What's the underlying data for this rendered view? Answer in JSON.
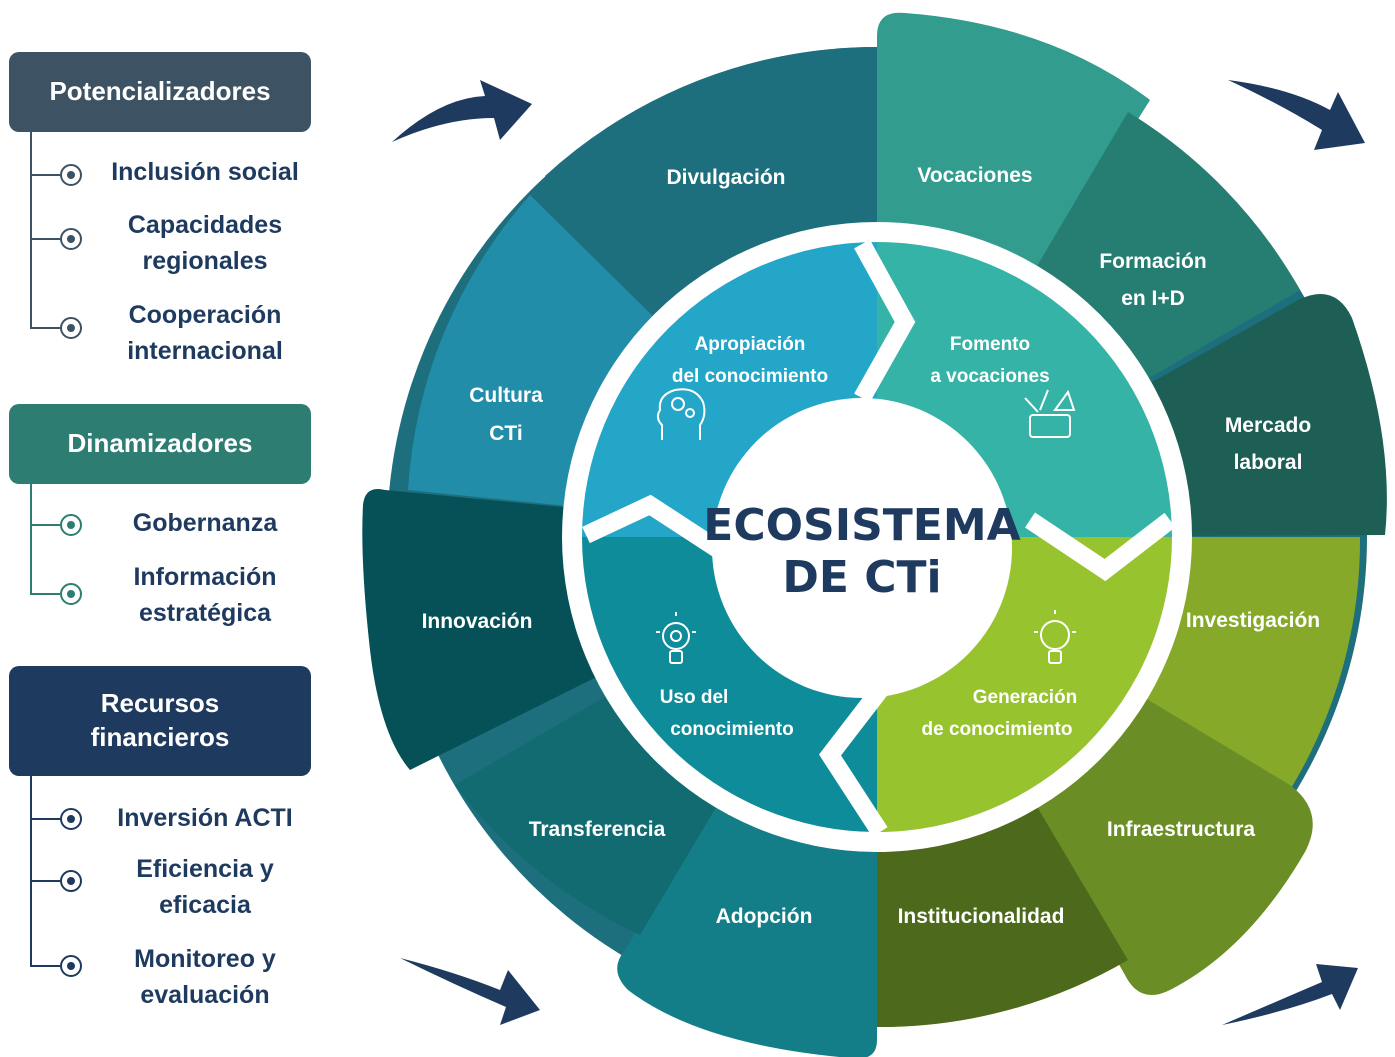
{
  "left_panel": {
    "groups": [
      {
        "title": "Potencializadores",
        "items": [
          "Inclusión social",
          "Capacidades regionales",
          "Cooperación internacional"
        ]
      },
      {
        "title": "Dinamizadores",
        "items": [
          "Gobernanza",
          "Información estratégica"
        ]
      },
      {
        "title": "Recursos financieros",
        "items": [
          "Inversión ACTI",
          "Eficiencia y eficacia",
          "Monitoreo y evaluación"
        ]
      }
    ]
  },
  "center": {
    "line1": "ECOSISTEMA",
    "line2": "DE CTi"
  },
  "inner_ring": {
    "apropiacion": [
      "Apropiación",
      "del conocimiento"
    ],
    "fomento": [
      "Fomento",
      "a vocaciones"
    ],
    "generacion": [
      "Generación",
      "de conocimiento"
    ],
    "uso": [
      "Uso del",
      "conocimiento"
    ]
  },
  "outer_ring": {
    "divulgacion": [
      "Divulgación"
    ],
    "vocaciones": [
      "Vocaciones"
    ],
    "formacion": [
      "Formación",
      "en I+D"
    ],
    "mercado": [
      "Mercado",
      "laboral"
    ],
    "investigacion": [
      "Investigación"
    ],
    "infraestructura": [
      "Infraestructura"
    ],
    "institucionalidad": [
      "Institucionalidad"
    ],
    "adopcion": [
      "Adopción"
    ],
    "transferencia": [
      "Transferencia"
    ],
    "innovacion": [
      "Innovación"
    ],
    "cultura": [
      "Cultura",
      "CTi"
    ]
  },
  "colors": {
    "navy": "#1e3a5f",
    "slate": "#3d5262",
    "teal": "#2e7d73",
    "inner_blue": "#23a6c8",
    "inner_teal": "#35b3a6",
    "inner_green": "#97c32e",
    "inner_petrol": "#0f8c99"
  }
}
